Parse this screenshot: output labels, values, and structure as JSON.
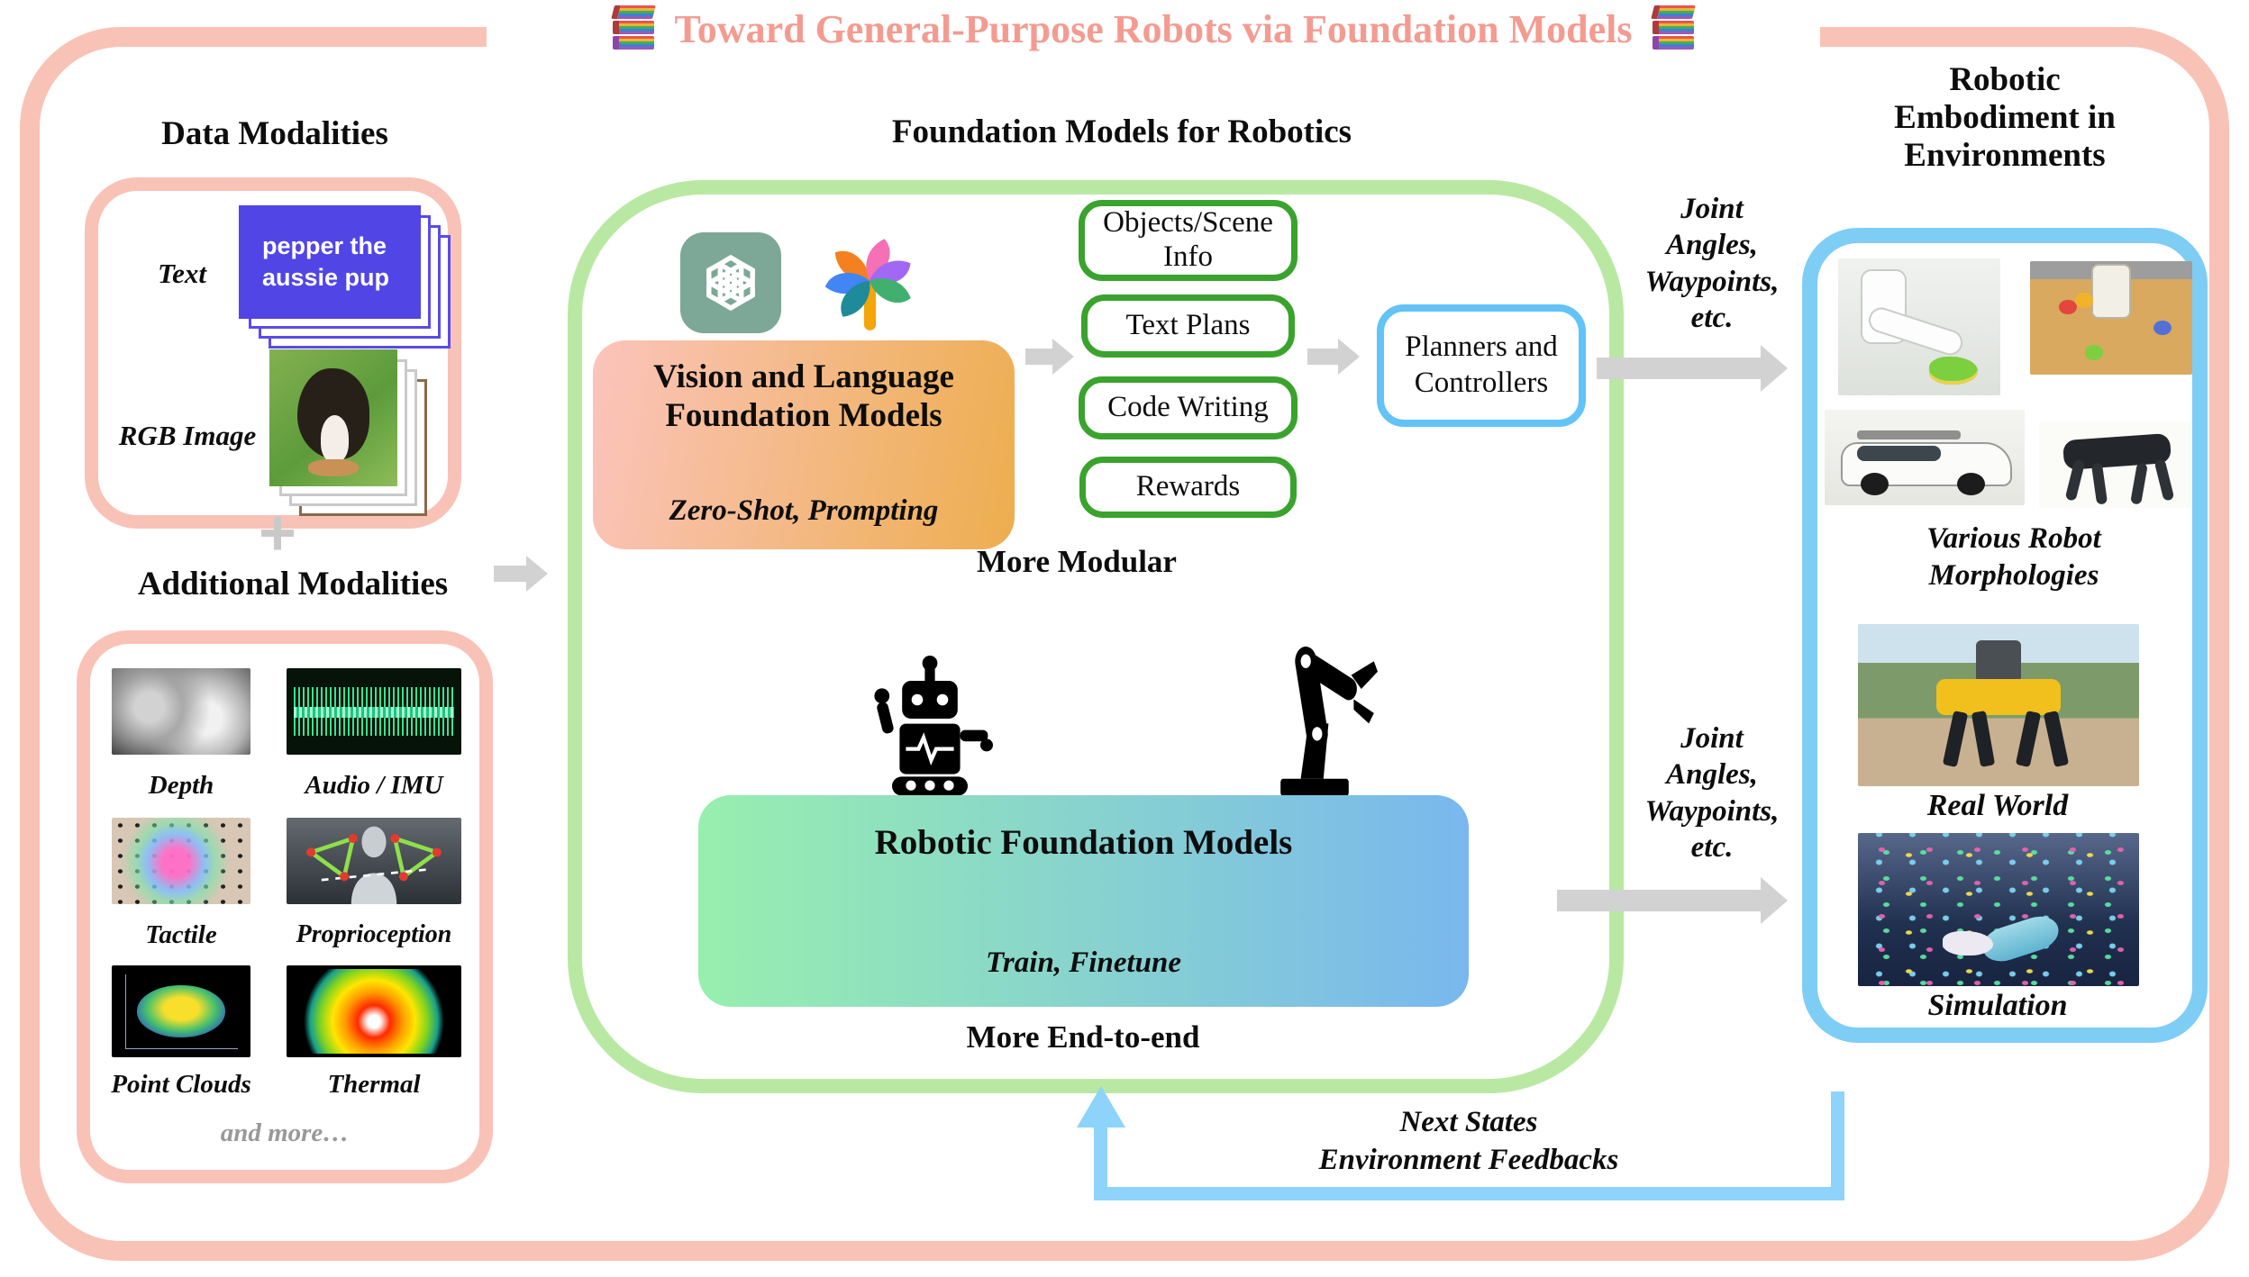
{
  "title": {
    "text": "Toward General-Purpose Robots via Foundation Models"
  },
  "icons": {
    "books": "books-stack-icon",
    "plus": "plus-icon",
    "openai": "openai-logo-icon",
    "palm": "palm-tree-logo-icon",
    "robot": "toy-robot-icon",
    "robot_arm": "robot-arm-icon",
    "gray_arrow": "right-arrow-icon",
    "feedback_arrow": "up-arrow-icon"
  },
  "left_panel": {
    "data_modalities": {
      "heading": "Data Modalities",
      "text_label": "Text",
      "text_card": "pepper the aussie pup",
      "rgb_label": "RGB Image"
    },
    "plus_sign": "+",
    "additional_modalities": {
      "heading": "Additional Modalities",
      "tiles": [
        {
          "label": "Depth",
          "icon": "depth-map-image"
        },
        {
          "label": "Audio / IMU",
          "icon": "audio-waveform-image"
        },
        {
          "label": "Tactile",
          "icon": "tactile-sensor-image"
        },
        {
          "label": "Proprioception",
          "icon": "proprioception-image"
        },
        {
          "label": "Point Clouds",
          "icon": "point-cloud-teapot-image"
        },
        {
          "label": "Thermal",
          "icon": "thermal-hand-image"
        }
      ],
      "more_label": "and more…"
    }
  },
  "center_panel": {
    "heading": "Foundation Models for Robotics",
    "vlm_box": {
      "title": "Vision and Language Foundation Models",
      "subtitle": "Zero-Shot, Prompting"
    },
    "output_boxes": [
      {
        "label": "Objects/Scene Info"
      },
      {
        "label": "Text Plans"
      },
      {
        "label": "Code Writing"
      },
      {
        "label": "Rewards"
      }
    ],
    "planners_box": "Planners and Controllers",
    "more_modular": "More Modular",
    "rfm_box": {
      "title": "Robotic Foundation Models",
      "subtitle": "Train, Finetune"
    },
    "more_end_to_end": "More End-to-end"
  },
  "right_panel": {
    "heading": "Robotic Embodiment in Environments",
    "captions": {
      "morphologies": "Various Robot Morphologies",
      "real_world": "Real World",
      "simulation": "Simulation"
    }
  },
  "annotations": {
    "joint_top": "Joint Angles, Waypoints, etc.",
    "joint_bottom": "Joint Angles, Waypoints, etc.",
    "feedback_line1": "Next States",
    "feedback_line2": "Environment Feedbacks"
  },
  "colors": {
    "outer_border": "#f9c2b7",
    "title_text": "#f49b91",
    "green_frame": "#b9e8a3",
    "output_box_border": "#3aa32d",
    "planners_border": "#62c3f7",
    "blue_panel_border": "#7ecdf5",
    "feedback_blue": "#8ed3f9",
    "arrow_gray": "#d2d2d2",
    "text_card_bg": "#5145e6",
    "vlm_gradient": [
      "#fbc4bc",
      "#edae4e"
    ],
    "rfm_gradient": [
      "#97efae",
      "#79b7ee"
    ]
  }
}
